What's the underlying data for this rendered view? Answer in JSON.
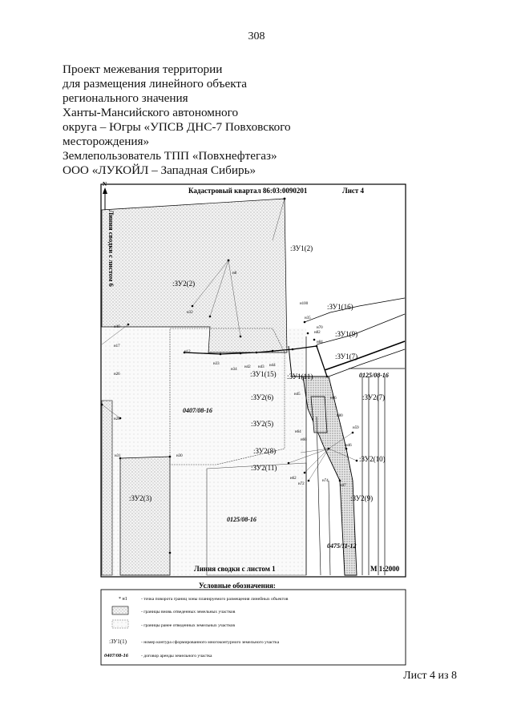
{
  "page": {
    "number": "308",
    "footer": "Лист 4 из 8"
  },
  "title": {
    "lines": [
      "Проект межевания территории",
      "для размещения линейного объекта",
      "регионального значения",
      "Ханты-Мансийского автономного",
      "округа – Югры  «УПСВ ДНС-7 Повховского",
      "месторождения»",
      "Землепользователь ТПП «Повхнефтегаз»",
      "ООО «ЛУКОЙЛ – Западная Сибирь»"
    ]
  },
  "map": {
    "header": "Кадастровый квартал 86:03:0090201",
    "sheet": "Лист 4",
    "north": "N",
    "left_side_label": "Линия сводки с листом 6",
    "bottom_label": "Линия сводки с листом 1",
    "scale": "М 1:2000",
    "contour_labels": {
      "zu1_2": ":ЗУ1(2)",
      "zu2_2": ":ЗУ2(2)",
      "zu1_16": ":ЗУ1(16)",
      "zu1_9": ":ЗУ1(9)",
      "zu1_7": ":ЗУ1(7)",
      "zu1_15": ":ЗУ1(15)",
      "zu1_11": ":ЗУ1(11)",
      "zu2_6": ":ЗУ2(6)",
      "zu2_7": ":ЗУ2(7)",
      "zu2_5": ":ЗУ2(5)",
      "zu2_8": ":ЗУ2(8)",
      "zu2_10": ":ЗУ2(10)",
      "zu2_11": ":ЗУ2(11)",
      "zu2_9": ":ЗУ2(9)",
      "zu2_3": ":ЗУ2(3)"
    },
    "lease_labels": {
      "l1": "0125/08-16",
      "l2": "0407/08-16",
      "l3": "0125/08-16",
      "l4": "0475/11-12"
    },
    "points": {
      "n100": "н100",
      "n35": "н35",
      "n32": "н32",
      "n8": "н8",
      "n40": "н40",
      "n17": "н17",
      "n26": "н26",
      "n28": "н28",
      "n31": "н31",
      "n30": "н30",
      "n12": "н12",
      "n33": "н33",
      "n34": "н34",
      "n42": "н42",
      "n43": "н43",
      "n44": "н44",
      "n45": "н45",
      "n46": "н46",
      "n47": "н47",
      "n59": "н59",
      "n60": "н60",
      "n62": "н62",
      "n64": "н64",
      "n70": "н70",
      "n72": "н72",
      "n74": "н74",
      "n80": "н80",
      "n82": "н82",
      "n84": "н84",
      "n86": "н86"
    }
  },
  "legend": {
    "title": "Условные обозначения:",
    "items": [
      {
        "symbol": "* н1",
        "text": "- точка поворота границ зоны планируемого размещения линейных объектов"
      },
      {
        "symbol": "",
        "text": "- границы вновь отведенных земельных участков"
      },
      {
        "symbol": "",
        "text": "- границы ранее отведенных земельных участков"
      },
      {
        "symbol": ":ЗУ1(1)",
        "text": "- номер контура сформированного многоконтурного земельного участка"
      },
      {
        "symbol": "0407/08-16",
        "text": "- договор аренды земельного участка"
      }
    ]
  }
}
